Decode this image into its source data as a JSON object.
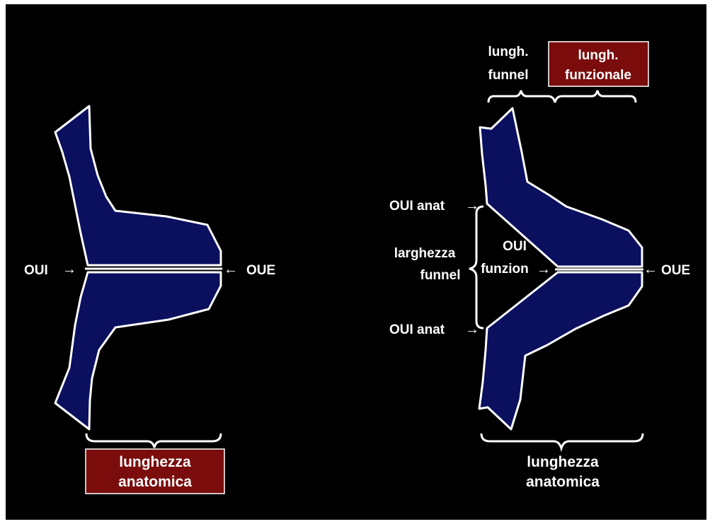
{
  "colors": {
    "background": "#000000",
    "shape_fill": "#0a0f5e",
    "outline": "#ffffff",
    "highlight_box": "#7a0c0c"
  },
  "left": {
    "oui_label": "OUI",
    "oue_label": "OUE",
    "length_label_line1": "lunghezza",
    "length_label_line2": "anatomica"
  },
  "right": {
    "funnel_length_line1": "lungh.",
    "funnel_length_line2": "funnel",
    "functional_length_line1": "lungh.",
    "functional_length_line2": "funzionale",
    "oui_anat_top": "OUI anat",
    "oui_anat_bottom": "OUI anat",
    "funnel_width_line1": "larghezza",
    "funnel_width_line2": "funnel",
    "oui_funzion_line1": "OUI",
    "oui_funzion_line2": "funzion",
    "oue_label": "OUE",
    "length_label_line1": "lunghezza",
    "length_label_line2": "anatomica"
  },
  "arrows": {
    "right_arrow": "→",
    "left_arrow": "←"
  }
}
